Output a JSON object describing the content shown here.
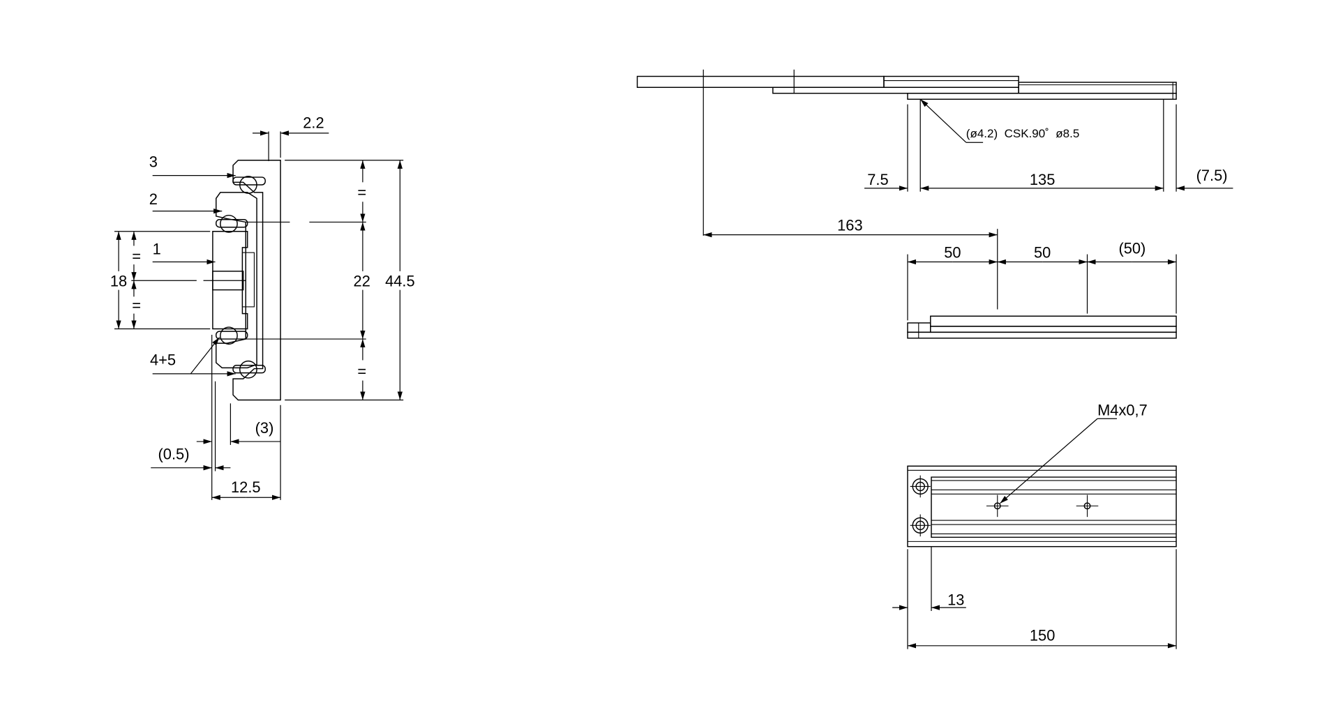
{
  "colors": {
    "line": "#000000",
    "background": "#ffffff"
  },
  "cross_section": {
    "dim_top": "2.2",
    "dim_height": "44.5",
    "dim_ball_pitch": "22",
    "dim_inner": "18",
    "equal_mark": "=",
    "dim_offset": "(3)",
    "dim_gap": "(0.5)",
    "dim_width": "12.5",
    "callouts": [
      "3",
      "2",
      "1",
      "4+5"
    ]
  },
  "side_view": {
    "hole_note": "(ø4.2)  CSK.90˚  ø8.5",
    "dim_left": "7.5",
    "dim_span": "135",
    "dim_right": "(7.5)",
    "dim_extension": "163"
  },
  "closed_view": {
    "dims": [
      "50",
      "50",
      "(50)"
    ]
  },
  "top_view": {
    "thread_note": "M4x0,7",
    "dim_edge": "13",
    "dim_length": "150"
  }
}
